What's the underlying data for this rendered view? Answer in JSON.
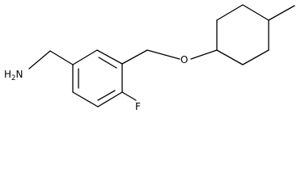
{
  "molecule": {
    "atoms": {
      "amine": {
        "main": "H",
        "sub": "2",
        "rest": "N"
      },
      "oxygen": "O",
      "fluorine": "F"
    }
  }
}
